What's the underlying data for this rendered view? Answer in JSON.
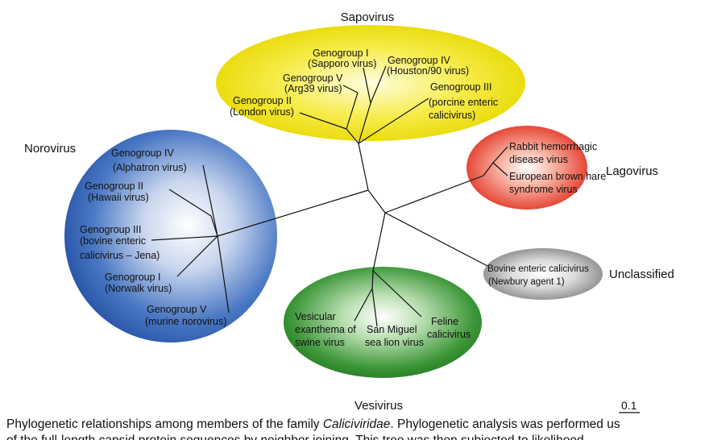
{
  "groups": {
    "sapovirus": "Sapovirus",
    "norovirus": "Norovirus",
    "lagovirus": "Lagovirus",
    "unclassified": "Unclassified",
    "vesivirus": "Vesivirus"
  },
  "labels": {
    "sapo_g1_a": "Genogroup I",
    "sapo_g1_b": "(Sapporo virus)",
    "sapo_g4_a": "Genogroup IV",
    "sapo_g4_b": "(Houston/90 virus)",
    "sapo_g5_a": "Genogroup V",
    "sapo_g5_b": "(Arg39 virus)",
    "sapo_g3_a": "Genogroup III",
    "sapo_g3_b": "(porcine enteric",
    "sapo_g3_c": "calicivirus)",
    "sapo_g2_a": "Genogroup II",
    "sapo_g2_b": "(London virus)",
    "noro_g4_a": "Genogroup IV",
    "noro_g4_b": "(Alphatron virus)",
    "noro_g2_a": "Genogroup II",
    "noro_g2_b": "(Hawaii virus)",
    "noro_g3_a": "Genogroup III",
    "noro_g3_b": "(bovine enteric",
    "noro_g3_c": "calicivirus – Jena)",
    "noro_g1_a": "Genogroup I",
    "noro_g1_b": "(Norwalk virus)",
    "noro_g5_a": "Genogroup V",
    "noro_g5_b": "(murine norovirus)",
    "lago_rhd_a": "Rabbit hemorrhagic",
    "lago_rhd_b": "disease virus",
    "lago_ebh_a": "European brown hare",
    "lago_ebh_b": "syndrome virus",
    "uncl_a": "Bovine enteric calicivirus",
    "uncl_b": "(Newbury agent 1)",
    "vesi_ves_a": "Vesicular",
    "vesi_ves_b": "exanthema of",
    "vesi_ves_c": "swine virus",
    "vesi_sm_a": "San Miguel",
    "vesi_sm_b": "sea lion virus",
    "vesi_fel_a": "Feline",
    "vesi_fel_b": "calicivirus"
  },
  "scale_bar": "0.1",
  "caption": {
    "prefix": "Phylogenetic relationships among members of the family ",
    "family": "Caliciviridae",
    "suffix": ". Phylogenetic analysis was performed us",
    "line2": "        of the full-length capsid protein sequences by neighbor joining. This tree was then subjected to likelihood"
  },
  "colors": {
    "sapovirus": "#f0e000",
    "norovirus": "#2f5fb0",
    "lagovirus": "#e83020",
    "unclassified": "#8f8f8f",
    "vesivirus": "#2f8a2c"
  }
}
